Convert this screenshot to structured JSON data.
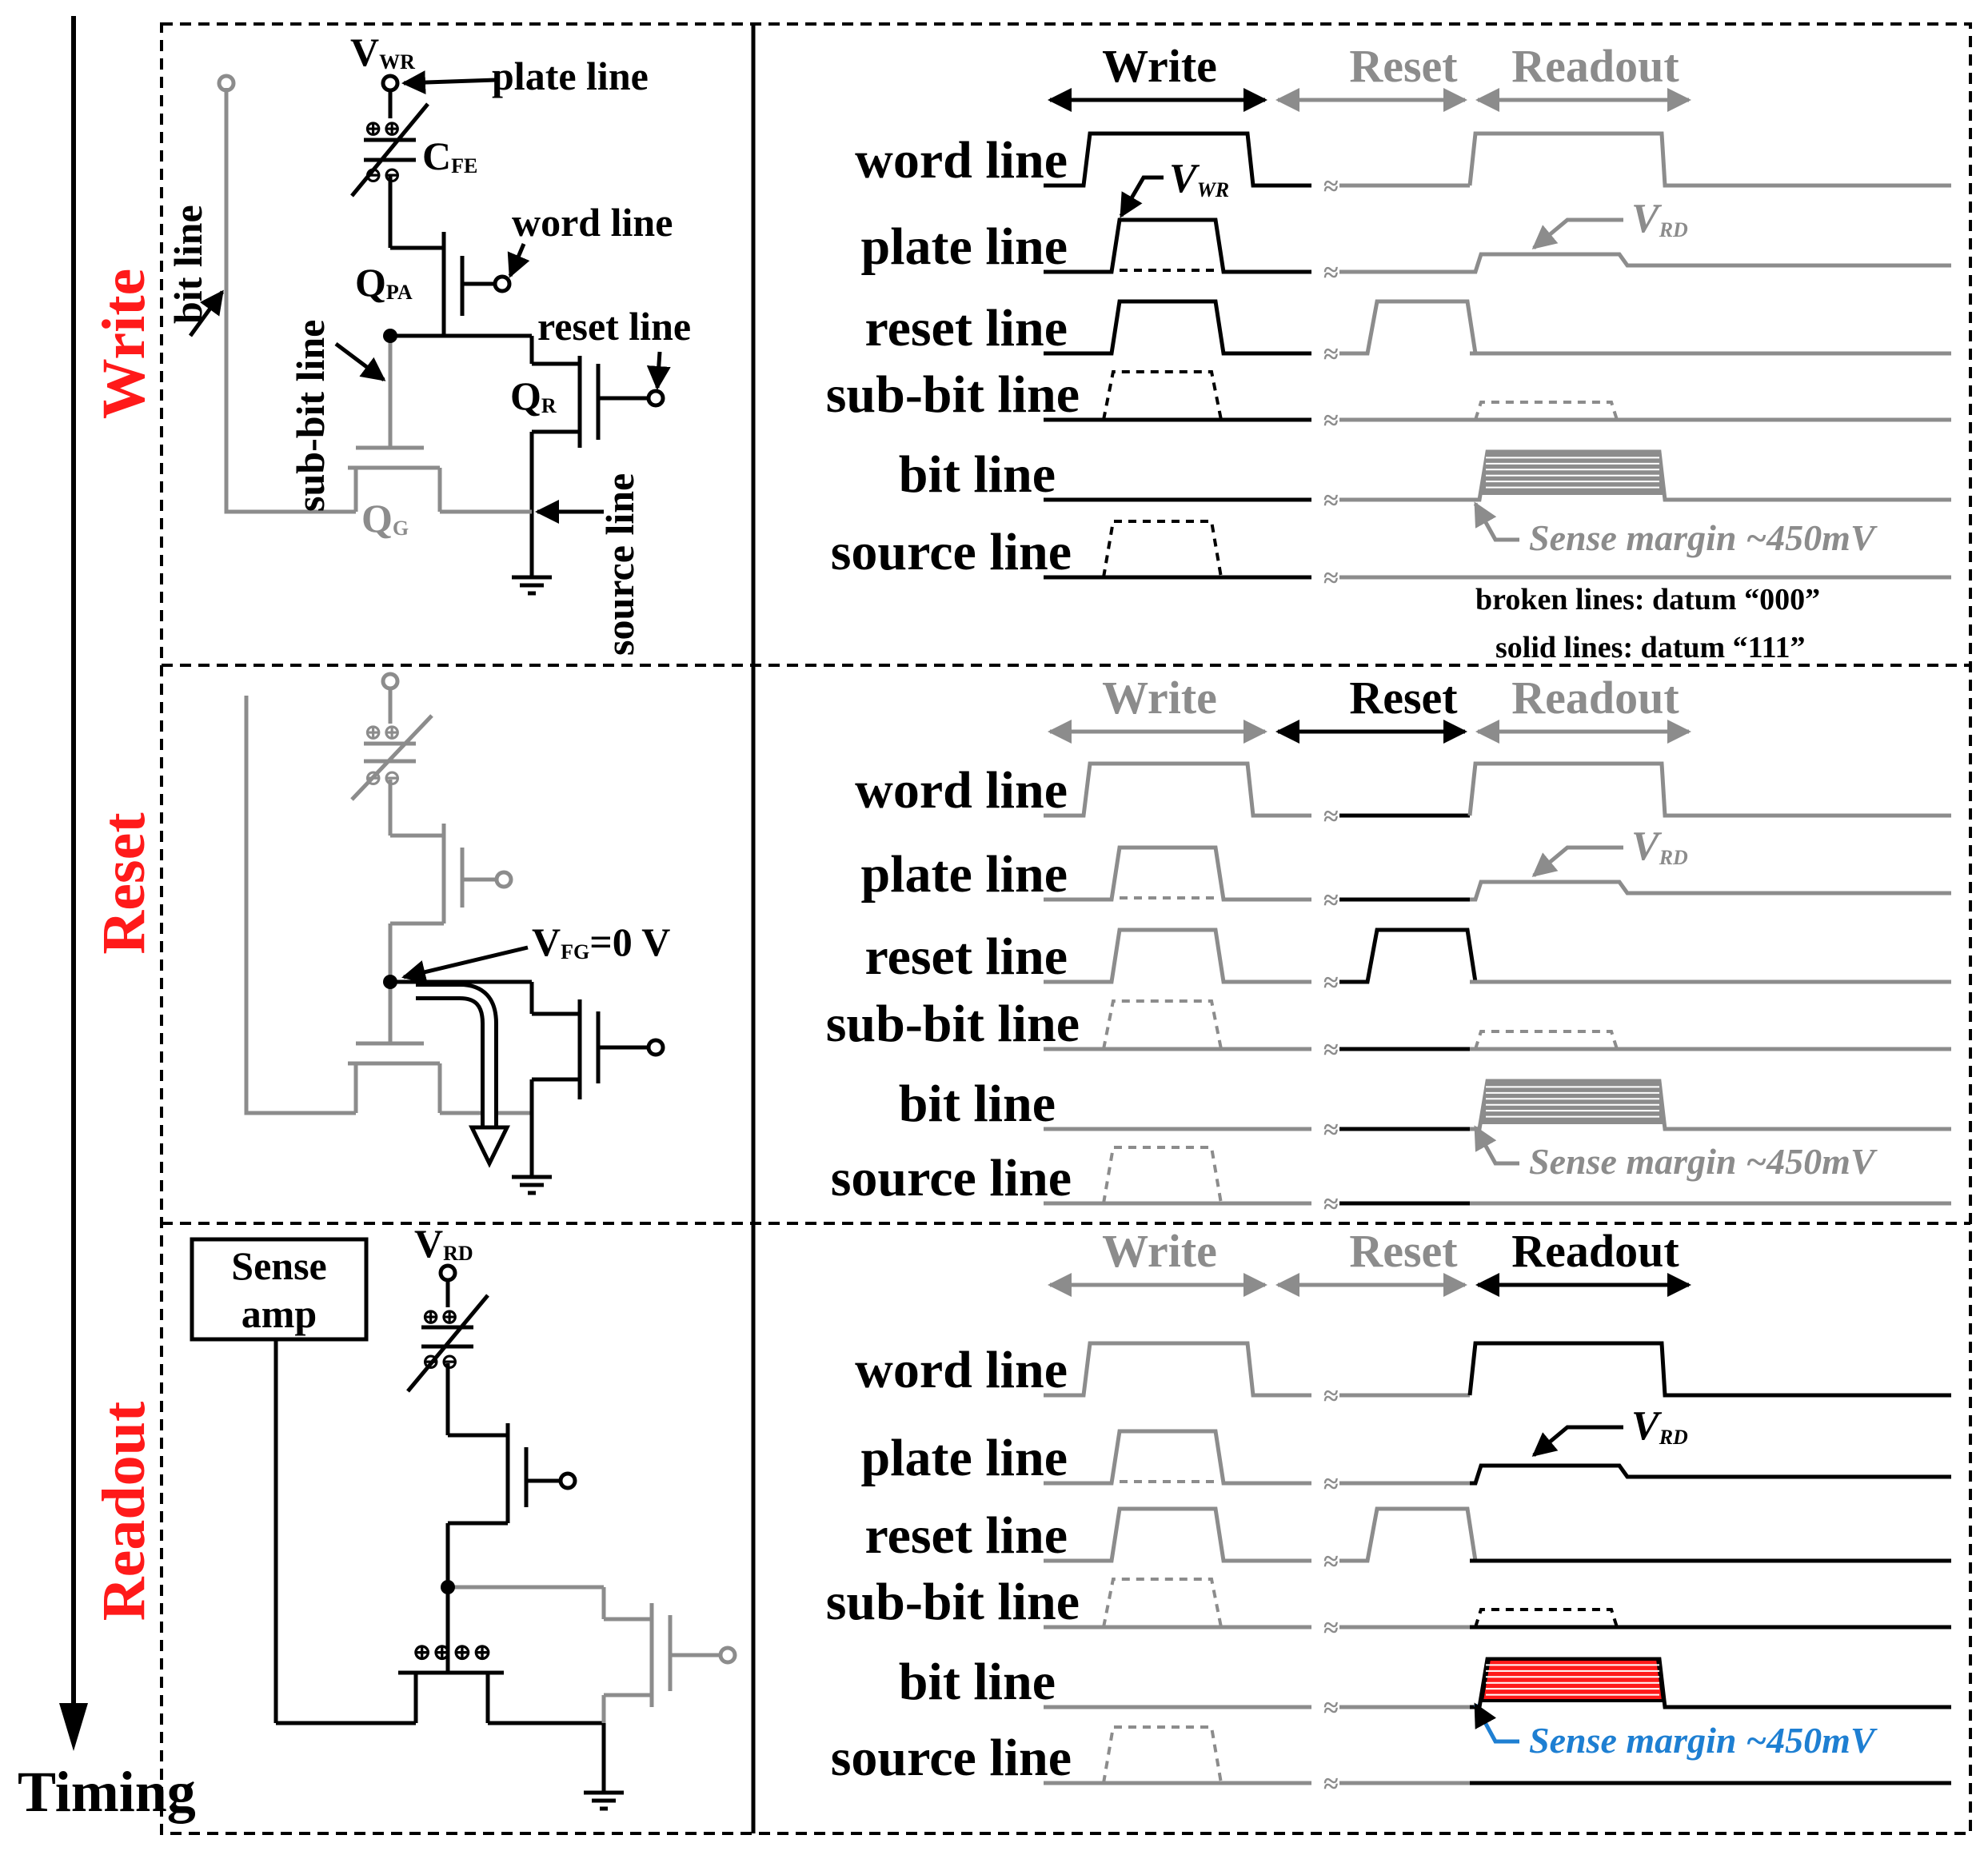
{
  "axis_label": "Timing",
  "phases": [
    "Write",
    "Reset",
    "Readout"
  ],
  "colors": {
    "active": "#000000",
    "inactive": "#8c8c8c",
    "phase_label": "#ff1a1a",
    "sense_fill": "#ff1a1a",
    "sense_note_active": "#1e7fd2"
  },
  "signals": [
    "word line",
    "plate line",
    "reset line",
    "sub-bit line",
    "bit line",
    "source line"
  ],
  "circuit": {
    "v_wr_base": "V",
    "v_wr_sub": "WR",
    "plate_line": "plate line",
    "c_fe_base": "C",
    "c_fe_sub": "FE",
    "word_line": "word line",
    "q_pa_base": "Q",
    "q_pa_sub": "PA",
    "reset_line": "reset line",
    "q_r_base": "Q",
    "q_r_sub": "R",
    "bit_line": "bit line",
    "sub_bit_line": "sub-bit line",
    "q_g_base": "Q",
    "q_g_sub": "G",
    "source_line": "source line",
    "v_fg_base": "V",
    "v_fg_sub": "FG",
    "v_fg_value": "=0 V",
    "sense_amp_l1": "Sense",
    "sense_amp_l2": "amp",
    "v_rd_base": "V",
    "v_rd_sub": "RD",
    "charges": "⊕⊕",
    "charges_readout": "⊕⊕⊕⊕",
    "charges_neg": "⊖⊖"
  },
  "annotations": {
    "v_wr_base": "V",
    "v_wr_sub": "WR",
    "v_rd_base": "V",
    "v_rd_sub": "RD",
    "sense_margin": "Sense margin ~450mV",
    "broken_lines": "broken lines: datum “000”",
    "solid_lines": "solid lines: datum “111”"
  }
}
